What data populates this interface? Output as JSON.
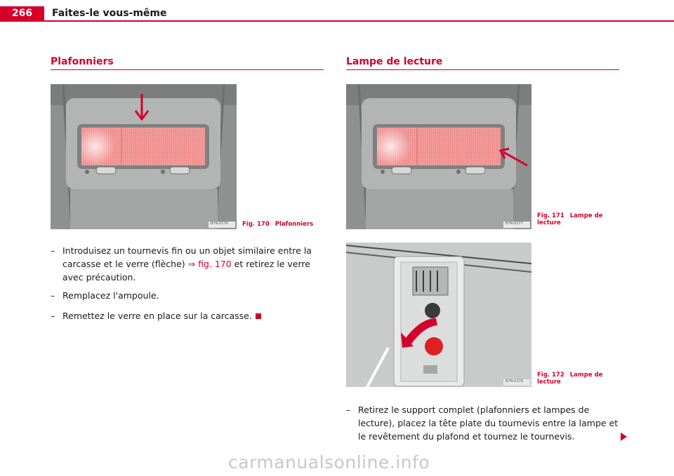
{
  "header": {
    "page_number": "266",
    "title": "Faites-le vous-même"
  },
  "left_section": {
    "title": "Plafonniers",
    "figure": {
      "number": "Fig. 170",
      "label": "Plafonniers",
      "code": "B7N-0176"
    },
    "steps": [
      {
        "dash": "–",
        "text_before": "Introduisez un tournevis fin ou un objet similaire entre la carcasse et le verre (flèche) ",
        "xref": "⇒ fig. 170",
        "text_after": " et retirez le verre avec précaution."
      },
      {
        "dash": "–",
        "text": "Remplacez l'ampoule."
      },
      {
        "dash": "–",
        "text": "Remettez le verre en place sur la carcasse."
      }
    ]
  },
  "right_section": {
    "title": "Lampe de lecture",
    "figure_171": {
      "number": "Fig. 171",
      "label": "Lampe de lecture",
      "code": "B7N-0177"
    },
    "figure_172": {
      "number": "Fig. 172",
      "label": "Lampe de lecture",
      "code": "B7N-0178"
    },
    "steps": [
      {
        "dash": "–",
        "text": "Retirez le support complet (plafonniers et lampes de lecture), placez la tête plate du tournevis entre la lampe et le revêtement du plafond et tournez le tournevis."
      }
    ]
  },
  "colors": {
    "accent": "#d4002a",
    "text": "#1a1a1a",
    "lamp_lens": "#f4a0a0"
  },
  "watermark": "carmanualsonline.info"
}
